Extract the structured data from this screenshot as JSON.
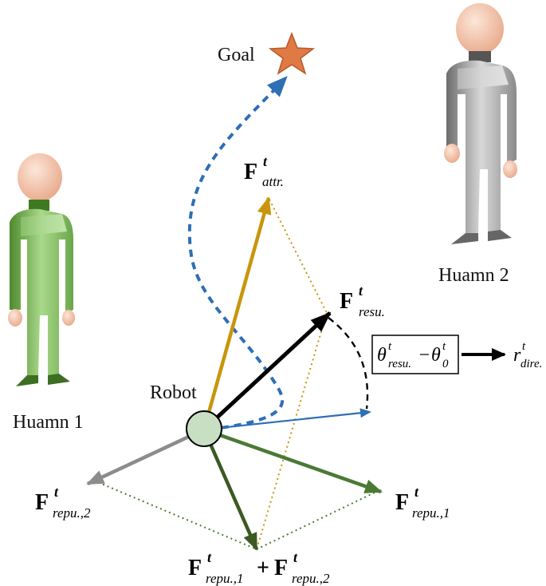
{
  "labels": {
    "goal": "Goal",
    "robot": "Robot",
    "human1": "Huamn 1",
    "human2": "Huamn 2"
  },
  "forces": {
    "attr": {
      "base": "F",
      "sup": "t",
      "sub": "attr."
    },
    "resu": {
      "base": "F",
      "sup": "t",
      "sub": "resu."
    },
    "repu1": {
      "base": "F",
      "sup": "t",
      "sub": "repu.,1"
    },
    "repu2": {
      "base": "F",
      "sup": "t",
      "sub": "repu.,2"
    },
    "sum": {
      "a": {
        "base": "F",
        "sup": "t",
        "sub": "repu.,1"
      },
      "plus": "+",
      "b": {
        "base": "F",
        "sup": "t",
        "sub": "repu.,2"
      }
    }
  },
  "formula": {
    "theta1": {
      "base": "θ",
      "sup": "t",
      "sub": "resu."
    },
    "minus": "−",
    "theta2": {
      "base": "θ",
      "sup": "t",
      "sub": "0"
    },
    "result": {
      "base": "r",
      "sup": "t",
      "sub": "dire."
    }
  },
  "colors": {
    "attractive": "#c8960c",
    "resultant": "#000000",
    "repulsive1": "#4a7a34",
    "repulsive2": "#8c8c8c",
    "sum_arrow": "#3a5a22",
    "blue": "#2e6fb5",
    "goal_star": "#e07a45",
    "robot_fill": "#c9dfc4"
  },
  "icons": {
    "goal": "star-icon",
    "human1": "person-icon",
    "human2": "person-icon"
  }
}
